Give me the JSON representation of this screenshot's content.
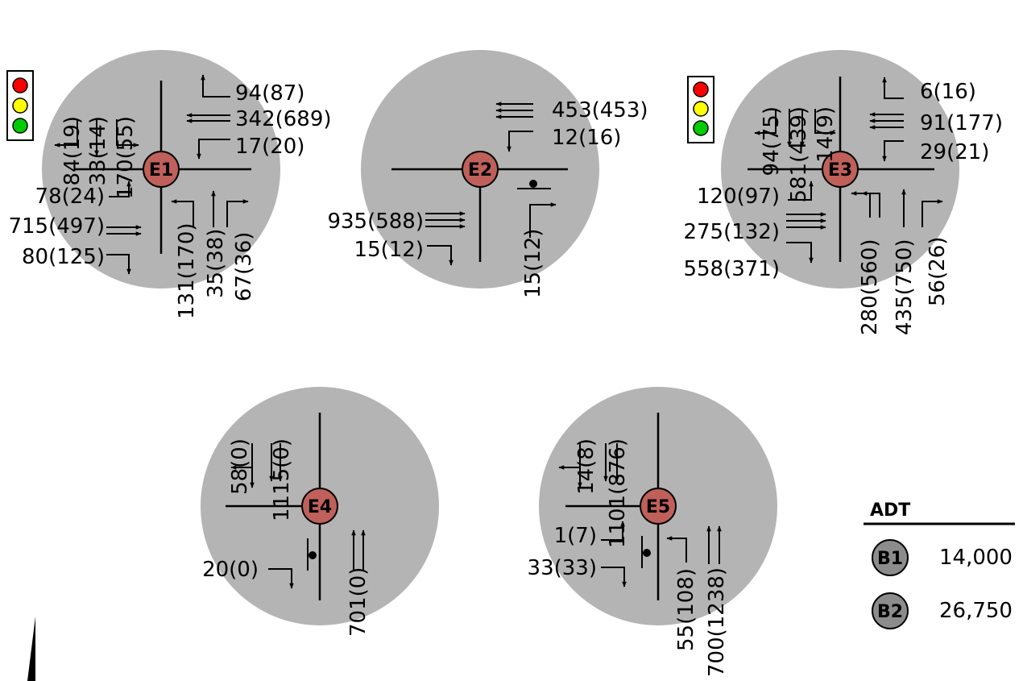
{
  "colors": {
    "halo": "#b4b4b4",
    "node_fill": "#c0605a",
    "legend_node_fill": "#8c8c8c",
    "signal_red": "#ff0000",
    "signal_yellow": "#ffff00",
    "signal_green": "#00cc00"
  },
  "intersections": {
    "e1": {
      "label": "E1",
      "north_left": "84(19)",
      "north_through": "33(14)",
      "north_right": "170(55)",
      "east_right": "94(87)",
      "east_through": "342(689)",
      "east_left": "17(20)",
      "west_left": "78(24)",
      "west_through": "715(497)",
      "west_right": "80(125)",
      "south_left": "131(170)",
      "south_through": "35(38)",
      "south_right": "67(36)"
    },
    "e2": {
      "label": "E2",
      "east_through": "453(453)",
      "east_left": "12(16)",
      "west_through": "935(588)",
      "west_right": "15(12)",
      "south_right": "15(12)"
    },
    "e3": {
      "label": "E3",
      "north_left": "94(75)",
      "north_through": "581(439)",
      "north_right": "14(9)",
      "east_right": "6(16)",
      "east_through": "91(177)",
      "east_left": "29(21)",
      "west_left": "120(97)",
      "west_through": "275(132)",
      "west_right": "558(371)",
      "south_left": "280(560)",
      "south_through": "435(750)",
      "south_right": "56(26)"
    },
    "e4": {
      "label": "E4",
      "north_right": "58(0)",
      "north_through": "1115(0)",
      "west_right": "20(0)",
      "south_through": "701(0)"
    },
    "e5": {
      "label": "E5",
      "north_right": "14(8)",
      "north_through": "1101(876)",
      "west_left": "1(7)",
      "west_right": "33(33)",
      "south_left": "55(108)",
      "south_through": "700(1238)"
    }
  },
  "legend": {
    "title": "ADT",
    "items": [
      {
        "label": "B1",
        "value": "14,000"
      },
      {
        "label": "B2",
        "value": "26,750"
      }
    ]
  }
}
